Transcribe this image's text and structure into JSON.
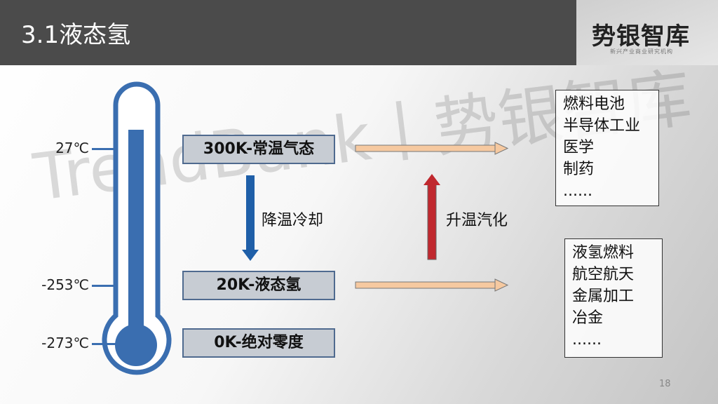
{
  "header": {
    "title": "3.1液态氢"
  },
  "logo": {
    "name": "势银智库",
    "subtitle": "新兴产业商业研究机构"
  },
  "watermark": "TrendBank丨势银智库",
  "thermometer": {
    "ticks": [
      "27℃",
      "-253℃",
      "-273℃"
    ]
  },
  "stages": [
    "300K-常温气态",
    "20K-液态氢",
    "0K-绝对零度"
  ],
  "arrows": {
    "cool": "降温冷却",
    "heat": "升温汽化"
  },
  "applications": {
    "gas": [
      "燃料电池",
      "半导体工业",
      "医学",
      "制药",
      "......"
    ],
    "liquid": [
      "液氢燃料",
      "航空航天",
      "金属加工",
      "冶金",
      "......"
    ]
  },
  "page_number": "18",
  "colors": {
    "header": "#4b4b4b",
    "thermo": "#3a6eb0",
    "cool": "#1f5fa8",
    "heat": "#c0282e",
    "flow": "#f6c9a0"
  }
}
